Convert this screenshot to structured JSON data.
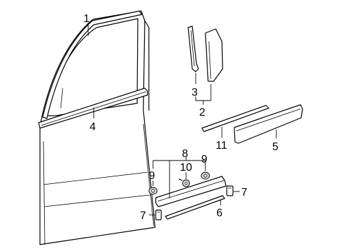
{
  "callouts": {
    "c1": "1",
    "c2": "2",
    "c3": "3",
    "c4": "4",
    "c5": "5",
    "c6": "6",
    "c7a": "7",
    "c7b": "7",
    "c8": "8",
    "c9a": "9",
    "c9b": "9",
    "c10": "10",
    "c11": "11"
  }
}
